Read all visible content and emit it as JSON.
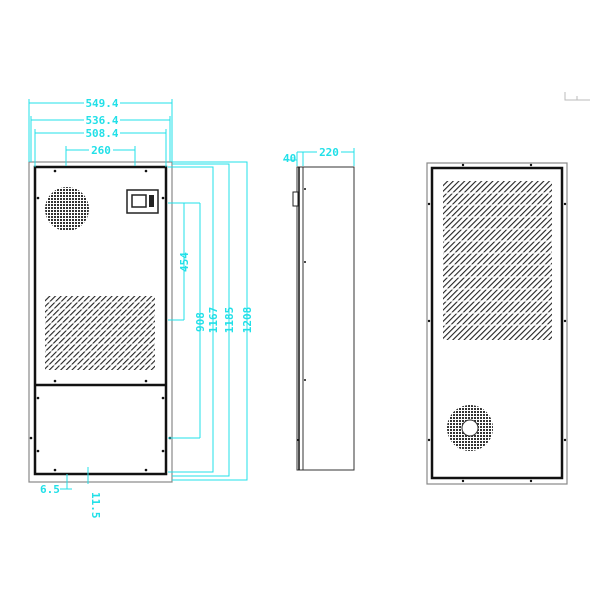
{
  "colors": {
    "dimension": "#22e0e8",
    "outline": "#111111"
  },
  "front_view": {
    "width_dims": [
      "549.4",
      "536.4",
      "508.4",
      "260"
    ],
    "height_dims": [
      "454",
      "908",
      "1167",
      "1185",
      "1208"
    ],
    "bottom_dims": [
      "6.5",
      "11.5"
    ]
  },
  "side_view": {
    "dims": [
      "40",
      "220"
    ]
  },
  "rear_view": {}
}
